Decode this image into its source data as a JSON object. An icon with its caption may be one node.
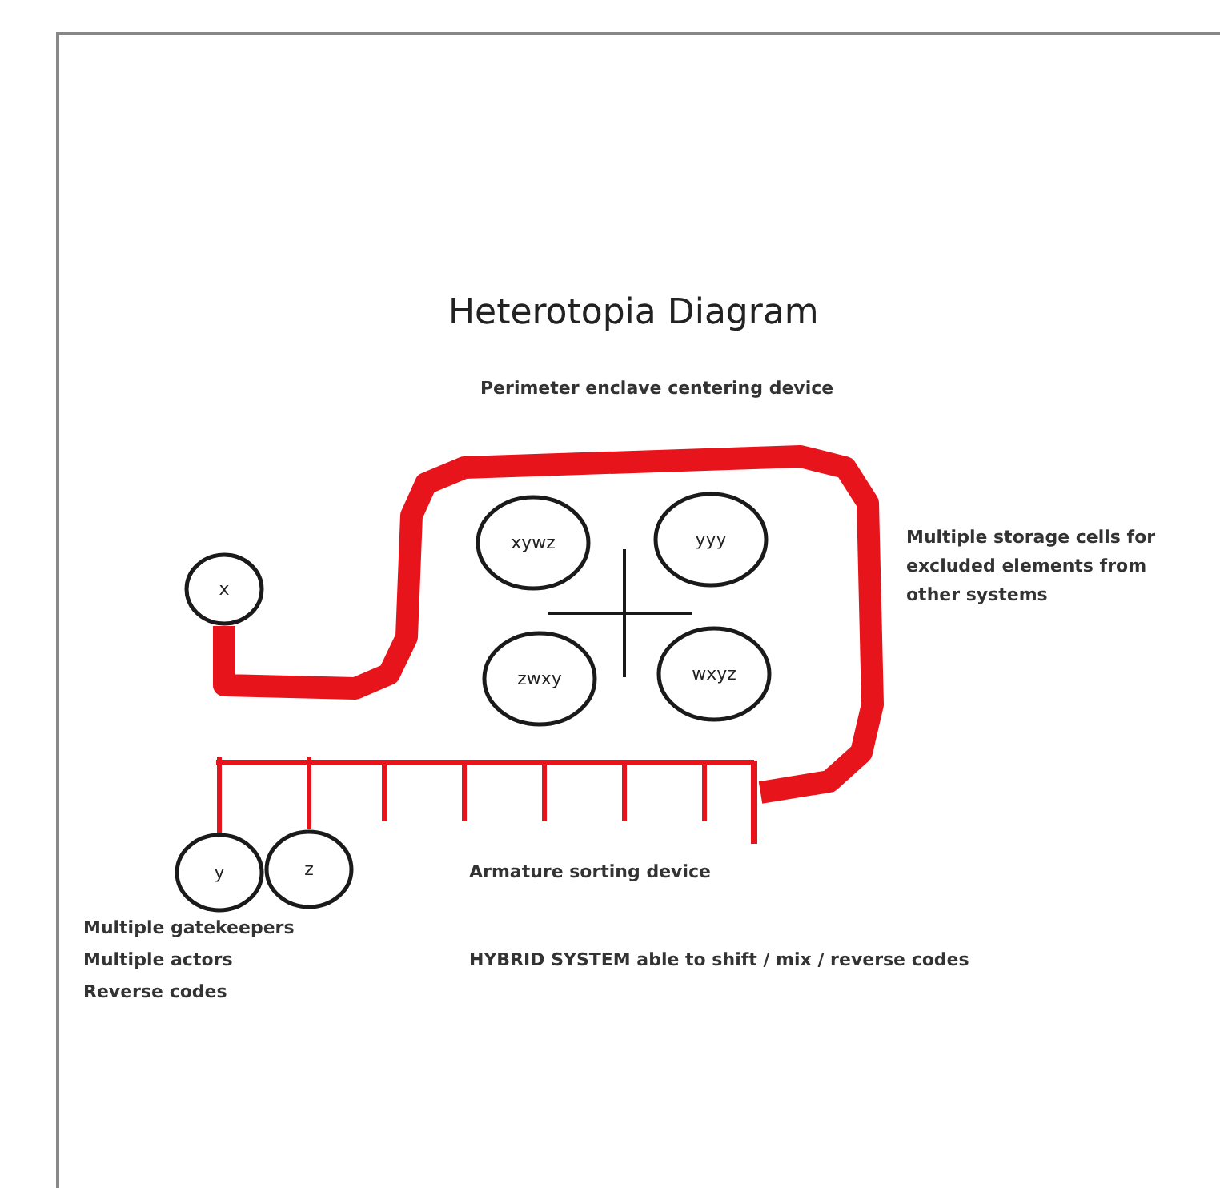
{
  "diagram": {
    "title": "Heterotopia Diagram",
    "nodes": [
      {
        "text": [
          "x"
        ]
      },
      {
        "text": [
          "xywz"
        ]
      },
      {
        "text": [
          "yyy"
        ]
      },
      {
        "text": [
          "zwxy"
        ]
      },
      {
        "text": [
          "wxyz"
        ]
      },
      {
        "text": [],
        "shape": "bar"
      },
      {
        "text": [
          "y"
        ]
      },
      {
        "text": [
          "z"
        ]
      }
    ],
    "edges": [
      {
        "from": 0,
        "to": 5,
        "arrow": "none",
        "style": "thick"
      },
      {
        "from": 5,
        "to": 6,
        "arrow": "none"
      },
      {
        "from": 5,
        "to": 7,
        "arrow": "none"
      }
    ],
    "labels": [
      "Perimeter enclave centering device",
      "Multiple storage cells for excluded elements from other systems",
      "Armature sorting device",
      "Multiple gatekeepers",
      "Multiple actors",
      "Reverse codes",
      "HYBRID SYSTEM able to shift / mix / reverse codes"
    ]
  }
}
